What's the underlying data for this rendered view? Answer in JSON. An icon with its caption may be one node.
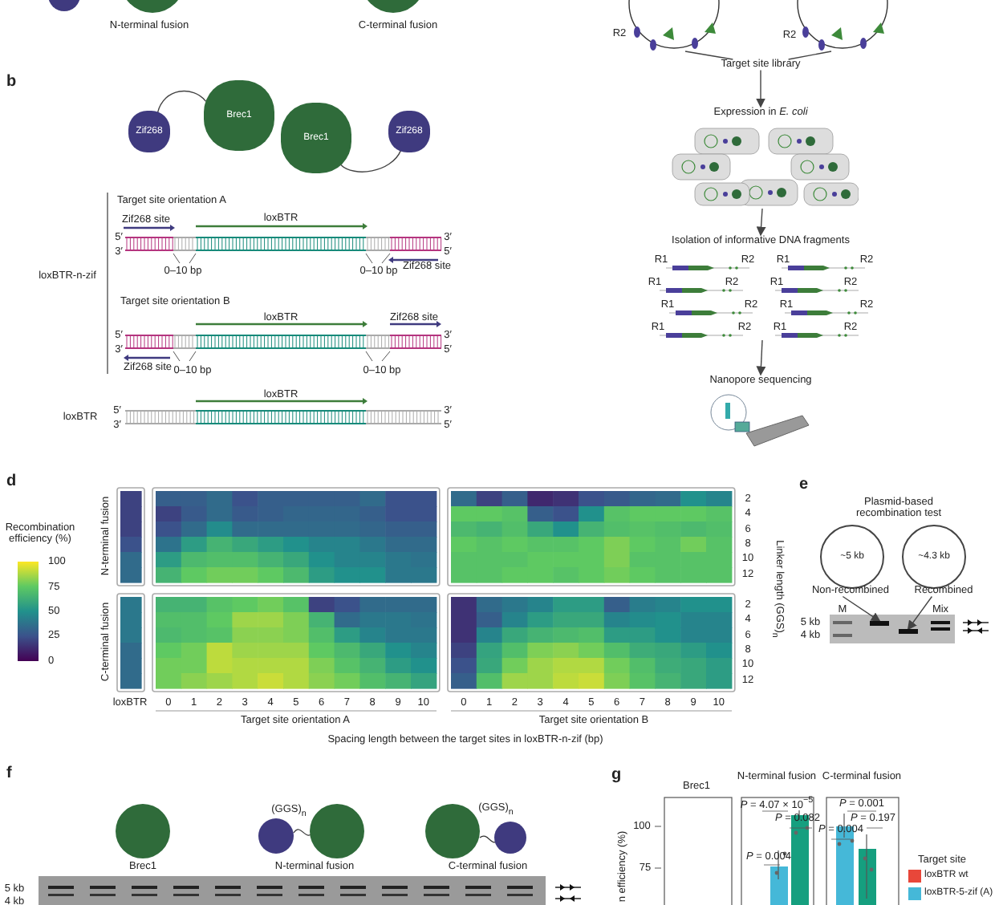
{
  "diagram": {
    "nodes": [
      {
        "text": [],
        "shape": "picture"
      },
      {
        "text": [],
        "shape": "picture"
      },
      {
        "text": [
          "Target site library"
        ]
      },
      {
        "text": [
          "Expression in *E. coli*"
        ]
      },
      {
        "text": [],
        "shape": "picture"
      },
      {
        "text": [
          "Isolation of informative DNA fragments"
        ]
      },
      {
        "text": [],
        "shape": "picture"
      },
      {
        "text": [
          "Nanopore sequencing"
        ]
      },
      {
        "text": [],
        "shape": "picture"
      },
      {
        "text": [
          "Zif268"
        ]
      },
      {
        "text": [
          "Brec1"
        ]
      },
      {
        "text": [
          "Brec1"
        ]
      },
      {
        "text": [
          "Zif268"
        ]
      },
      {
        "text": [
          "~5 kb"
        ]
      },
      {
        "text": [
          "~4.3 kb"
        ]
      },
      {
        "text": [
          "Non-recombined"
        ]
      },
      {
        "text": [],
        "shape": "bar"
      },
      {
        "text": [
          "Recombined"
        ]
      },
      {
        "text": [],
        "shape": "bar"
      }
    ],
    "edges": [
      {
        "from": 2,
        "to": 0,
        "arrow": "none"
      },
      {
        "from": 2,
        "to": 1,
        "arrow": "none"
      },
      {
        "from": 2,
        "to": 3,
        "arrow": "to"
      },
      {
        "from": 4,
        "to": 5,
        "arrow": "to"
      },
      {
        "from": 6,
        "to": 7,
        "arrow": "to"
      },
      {
        "from": 9,
        "to": 10,
        "arrow": "none"
      },
      {
        "from": 12,
        "to": 11,
        "arrow": "none"
      },
      {
        "from": 15,
        "to": 16,
        "arrow": "to"
      },
      {
        "from": 17,
        "to": 18,
        "arrow": "to"
      }
    ],
    "labels": [
      "N-terminal fusion",
      "C-terminal fusion",
      "R2",
      "R2",
      "b",
      "Target site orientation A",
      "Zif268 site",
      "loxBTR",
      "5′",
      "3′",
      "3′",
      "5′",
      "0–10 bp",
      "0–10 bp",
      "Zif268 site",
      "loxBTR-n-zif",
      "Target site orientation B",
      "loxBTR",
      "Zif268 site",
      "5′",
      "3′",
      "3′",
      "5′",
      "Zif268 site",
      "0–10 bp",
      "0–10 bp",
      "R1",
      "R2",
      "R1",
      "R2",
      "R1",
      "R2",
      "R1",
      "R2",
      "R1",
      "R2",
      "R1",
      "R2",
      "R1",
      "R2",
      "R1",
      "R2",
      "loxBTR",
      "loxBTR",
      "5′",
      "3′",
      "3′",
      "5′",
      "d",
      "N-terminal fusion",
      "Recombination efficiency (%)",
      "100",
      "75",
      "50",
      "25",
      "0",
      "C-terminal fusion",
      "2",
      "4",
      "6",
      "8",
      "10",
      "12",
      "Linker length (GGS)$_{n}$",
      "2",
      "4",
      "6",
      "8",
      "10",
      "12",
      "loxBTR",
      "0",
      "1",
      "2",
      "3",
      "4",
      "5",
      "6",
      "7",
      "8",
      "9",
      "10",
      "0",
      "1",
      "2",
      "3",
      "4",
      "5",
      "6",
      "7",
      "8",
      "9",
      "10",
      "Target site orientation A",
      "Target site orientation B",
      "Spacing length between the target sites in loxBTR-n-zif (bp)",
      "e",
      "Plasmid-based recombination test",
      "M",
      "Mix",
      "5 kb",
      "4 kb",
      "f",
      "g",
      "Brec1",
      "N-terminal fusion",
      "C-terminal fusion",
      "*P* = 4.07 × 10$^{−5}$",
      "*P* = 0.001",
      "*P* = 0.082",
      "*P* = 0.197",
      "*P* = 0.004",
      "*P* = 0.004",
      "(GGS)$_{n}$",
      "(GGS)$_{n}$",
      "100",
      "n efficiency (%)",
      "Target site",
      "Brec1",
      "N-terminal fusion",
      "C-terminal fusion",
      "75",
      "5 kb",
      "4 kb"
    ],
    "legend": [
      {
        "text": "loxBTR wt",
        "color": "#e8473a"
      },
      {
        "text": "loxBTR-5-zif (A)",
        "color": "#45b8d8"
      }
    ]
  }
}
